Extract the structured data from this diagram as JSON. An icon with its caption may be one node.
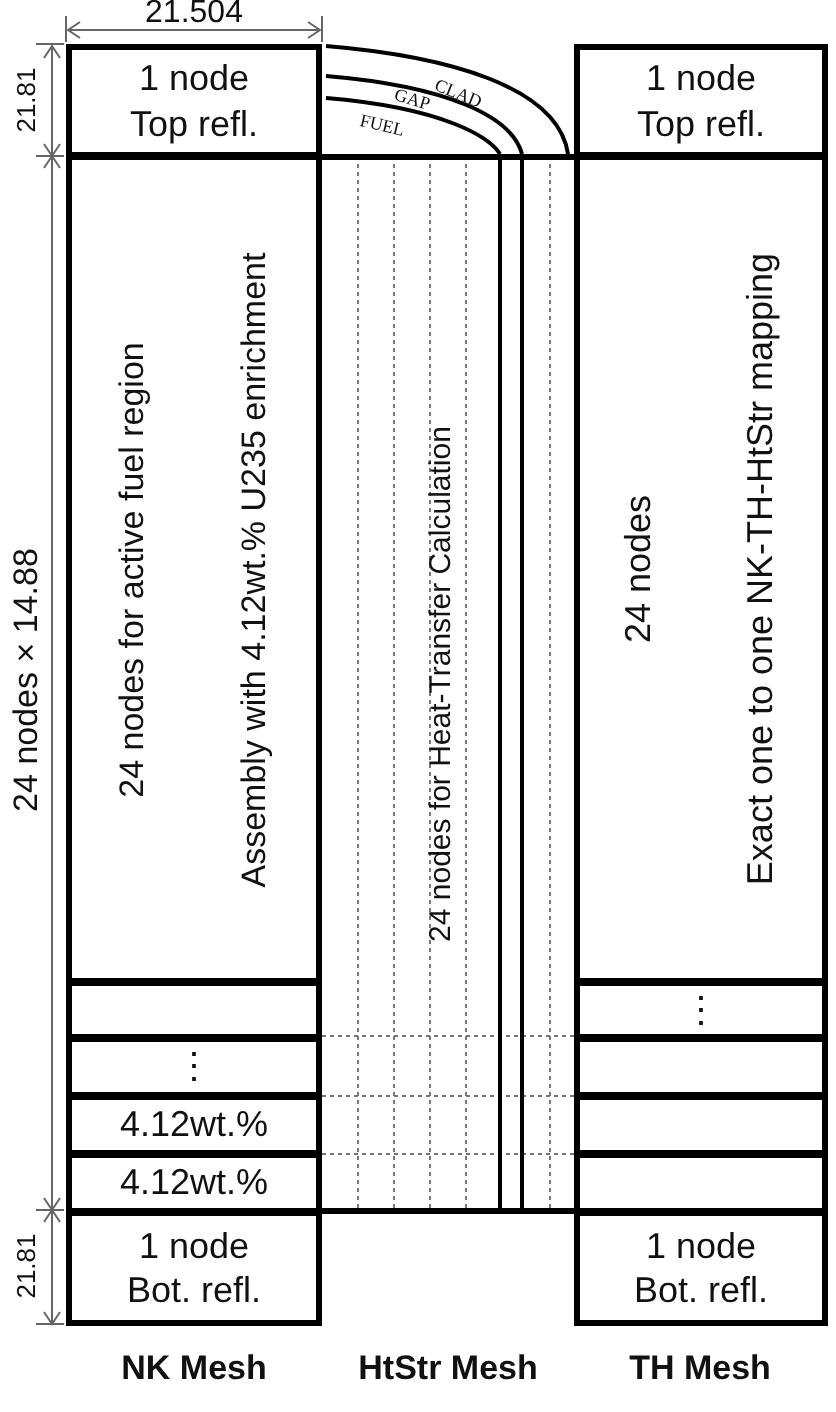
{
  "diagram": {
    "nodes": [
      {
        "text": [
          "1 node",
          "Top refl."
        ]
      },
      {
        "text": [
          "24 nodes for active fuel region",
          "Assembly with 4.12wt.% U235 enrichment"
        ]
      },
      {
        "text": [],
        "shape": "box"
      },
      {
        "text": [
          "⋮"
        ]
      },
      {
        "text": [
          "4.12wt.%"
        ]
      },
      {
        "text": [
          "4.12wt.%"
        ]
      },
      {
        "text": [
          "1 node",
          "Bot. refl."
        ]
      },
      {
        "text": [
          "24 nodes for Heat-Transfer Calculation"
        ]
      },
      {
        "text": [
          "1 node",
          "Top refl."
        ]
      },
      {
        "text": [
          "24 nodes",
          "Exact one to one NK-TH-HtStr mapping"
        ]
      },
      {
        "text": [
          "⋮"
        ]
      },
      {
        "text": [],
        "shape": "box"
      },
      {
        "text": [],
        "shape": "box"
      },
      {
        "text": [],
        "shape": "box"
      },
      {
        "text": [
          "1 node",
          "Bot. refl."
        ]
      }
    ],
    "edges": [],
    "labels": [
      "21.504",
      "21.81",
      "24 nodes × 14.88",
      "21.81",
      "CLAD",
      "GAP",
      "FUEL",
      "NK Mesh",
      "HtStr Mesh",
      "TH Mesh"
    ]
  }
}
